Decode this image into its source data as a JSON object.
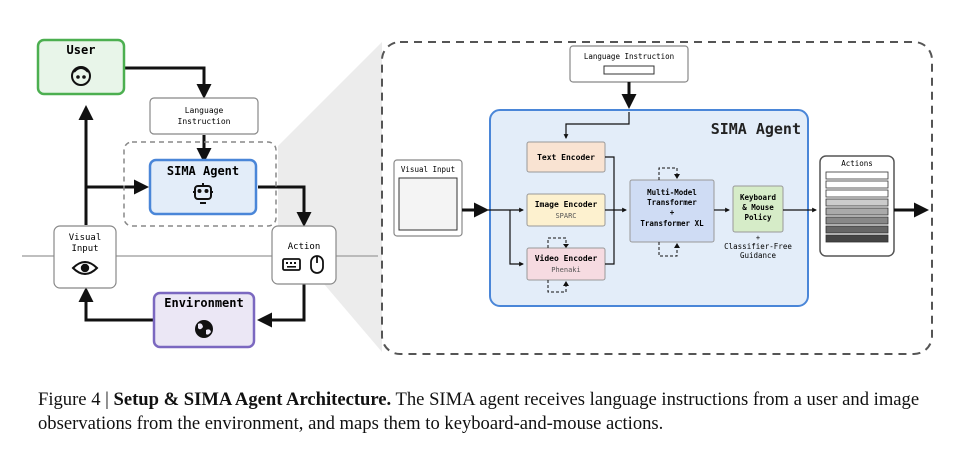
{
  "left_panel": {
    "user": "User",
    "language_instruction": [
      "Language",
      "Instruction"
    ],
    "sima_agent": "SIMA Agent",
    "visual_input": [
      "Visual",
      "Input"
    ],
    "action": "Action",
    "environment": "Environment"
  },
  "detail_panel": {
    "language_instruction": "Language Instruction",
    "sima_agent_title": "SIMA Agent",
    "visual_input": "Visual Input",
    "text_encoder": "Text Encoder",
    "image_encoder": "Image Encoder",
    "image_encoder_sub": "SPARC",
    "video_encoder": "Video Encoder",
    "video_encoder_sub": "Phenaki",
    "transformer_lines": [
      "Multi-Model",
      "Transformer",
      "+",
      "Transformer XL"
    ],
    "policy_lines": [
      "Keyboard",
      "& Mouse",
      "Policy"
    ],
    "policy_extra": [
      "+",
      "Classifier-Free",
      "Guidance"
    ],
    "actions": "Actions"
  },
  "caption": {
    "prefix": "Figure 4 | ",
    "title": "Setup & SIMA Agent Architecture.",
    "body": " The SIMA agent receives language instructions from a user and image observations from the environment, and maps them to keyboard-and-mouse actions."
  },
  "colors": {
    "user_border": "#4caf50",
    "user_fill": "#e8f5e9",
    "agent_border": "#4a86d8",
    "agent_fill": "#e3edf9",
    "env_border": "#7b68c0",
    "env_fill": "#ebe7f5",
    "text_enc_fill": "#f9e3d2",
    "image_enc_fill": "#fdf1cf",
    "video_enc_fill": "#f6dbe1",
    "transformer_fill": "#cfdcf4",
    "policy_fill": "#d6ecc8"
  },
  "icons": [
    "face-icon",
    "robot-icon",
    "eye-icon",
    "keyboard-icon",
    "mouse-icon",
    "globe-icon"
  ]
}
